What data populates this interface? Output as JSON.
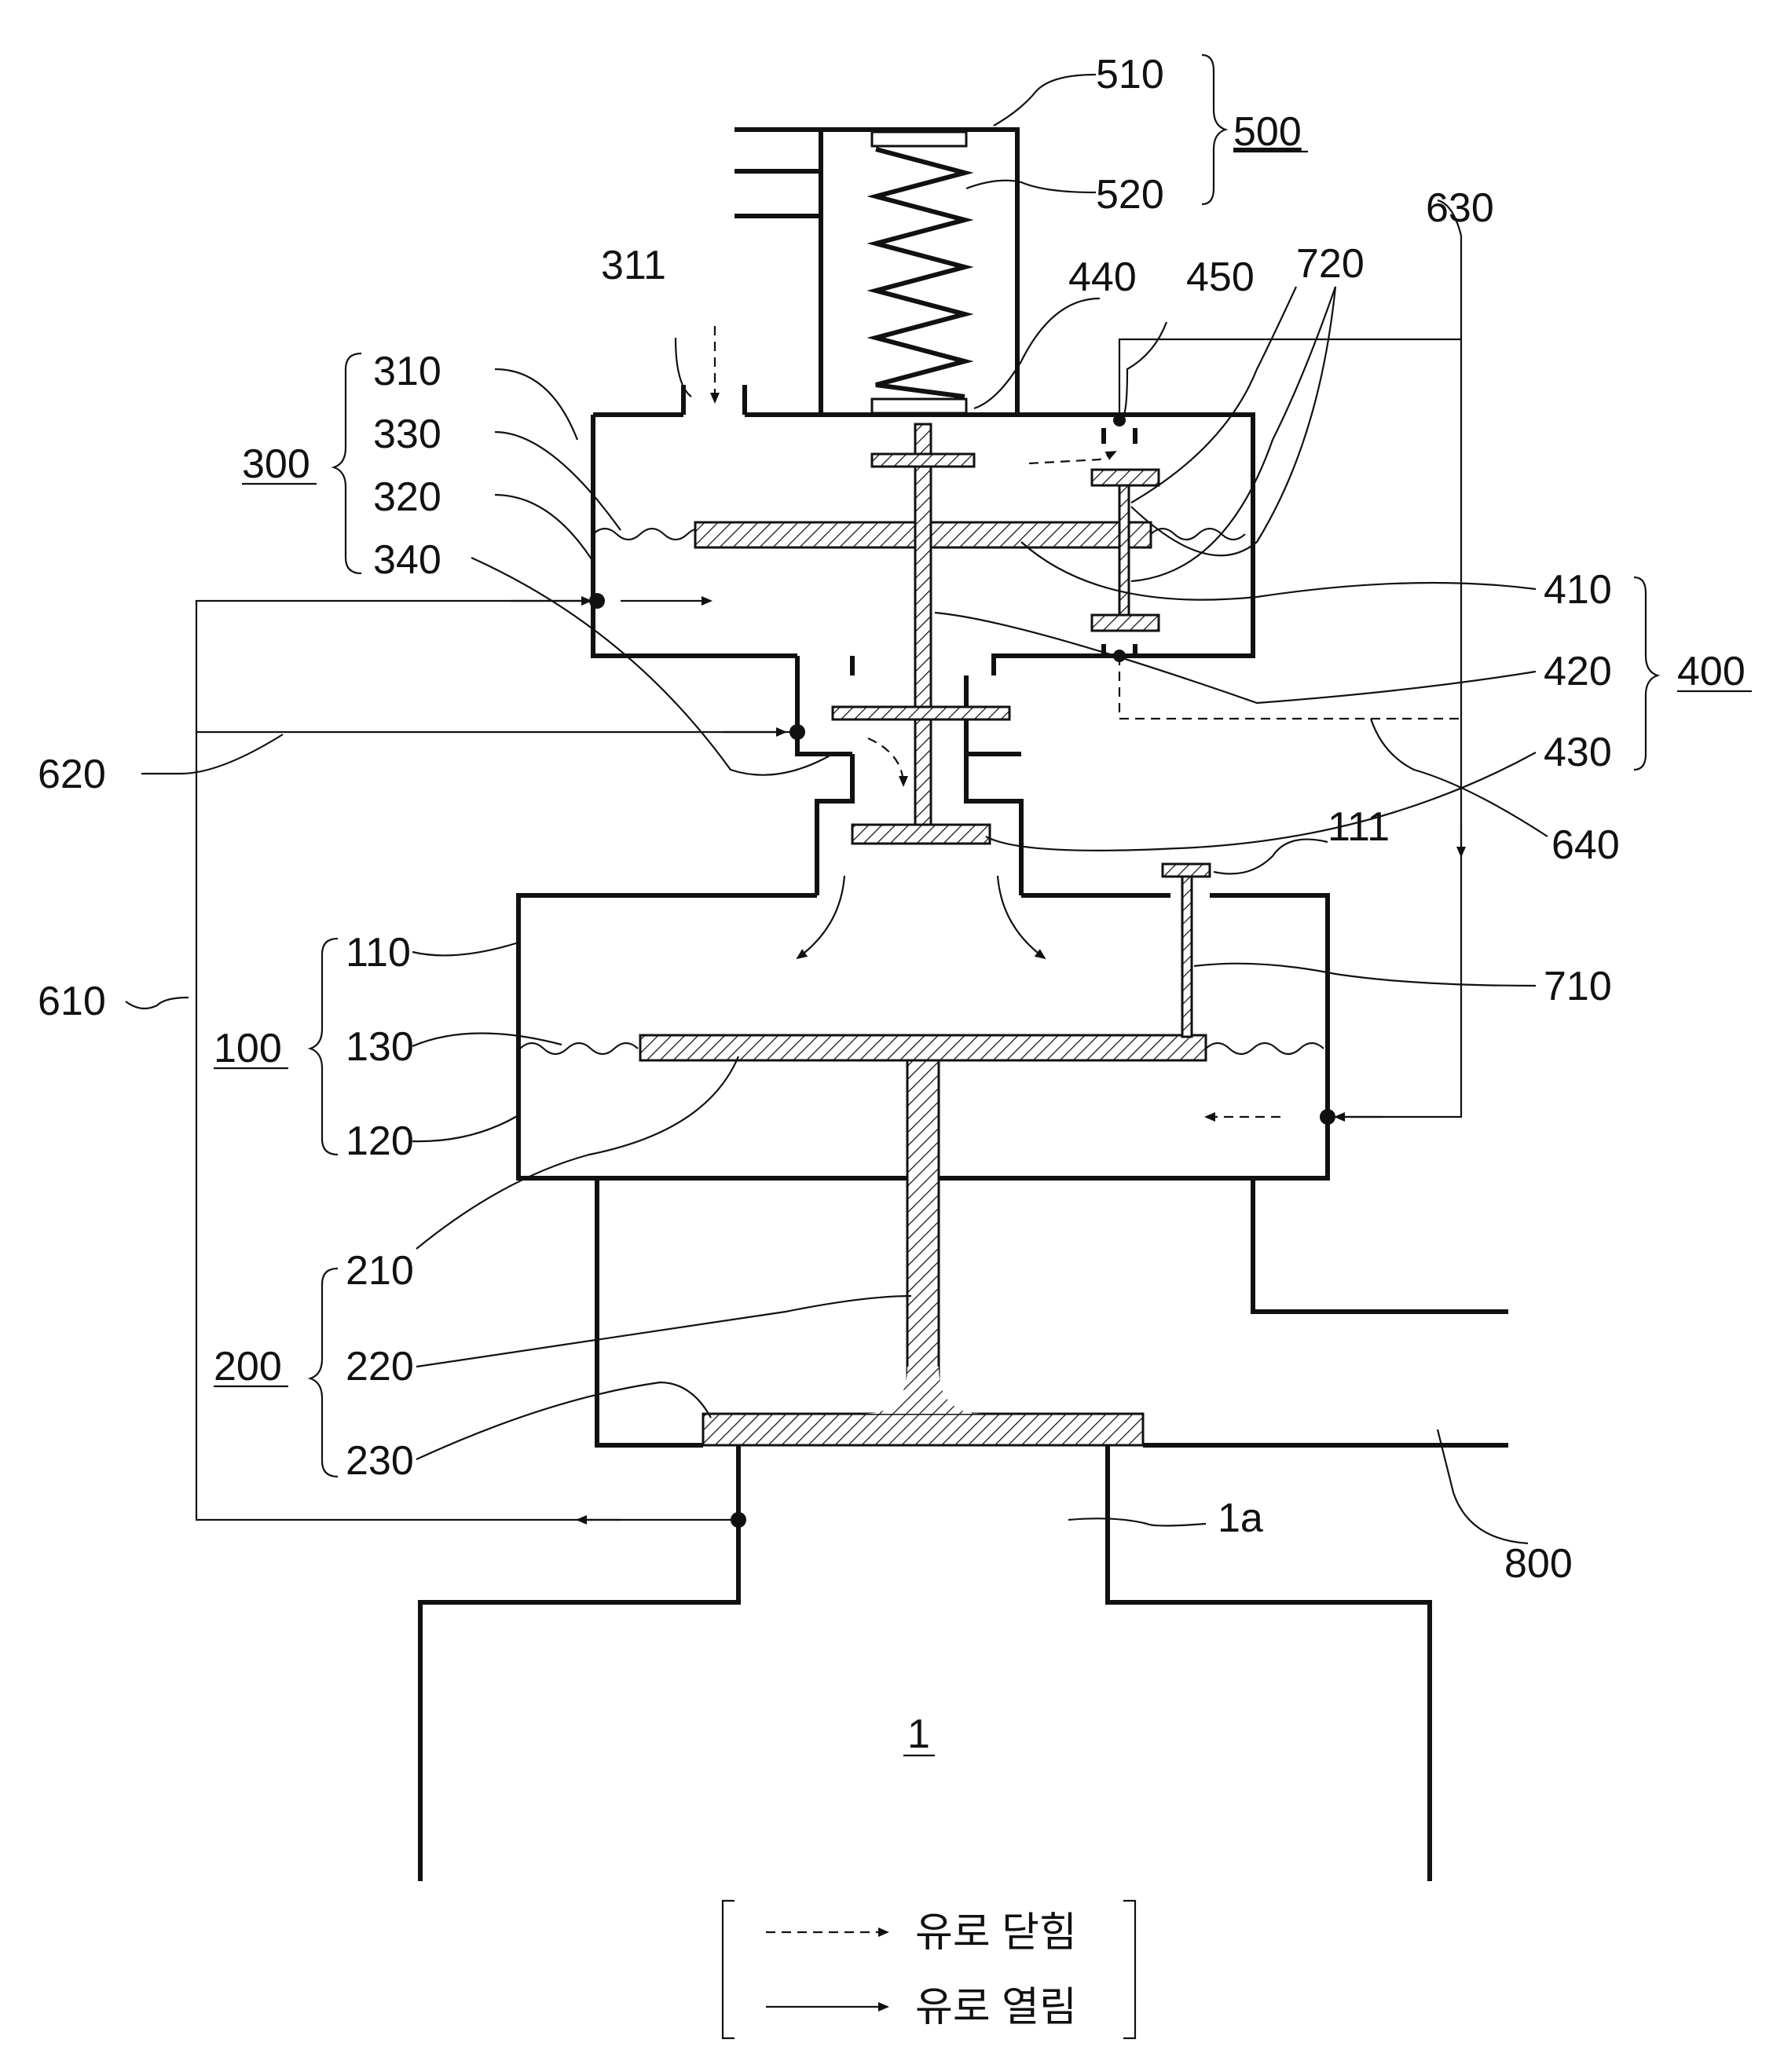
{
  "labels": {
    "l510": "510",
    "l520": "520",
    "l500": "500",
    "l630": "630",
    "l311": "311",
    "l440": "440",
    "l450": "450",
    "l720": "720",
    "l310": "310",
    "l330": "330",
    "l320": "320",
    "l340": "340",
    "l300": "300",
    "l410": "410",
    "l420": "420",
    "l430": "430",
    "l400": "400",
    "l620": "620",
    "l640": "640",
    "l111": "111",
    "l710": "710",
    "l110": "110",
    "l130": "130",
    "l120": "120",
    "l100": "100",
    "l610": "610",
    "l210": "210",
    "l220": "220",
    "l230": "230",
    "l200": "200",
    "l1a": "1a",
    "l800": "800",
    "l1": "1"
  },
  "legend": {
    "closed_label": "유로 닫힘",
    "open_label": "유로 열림"
  }
}
